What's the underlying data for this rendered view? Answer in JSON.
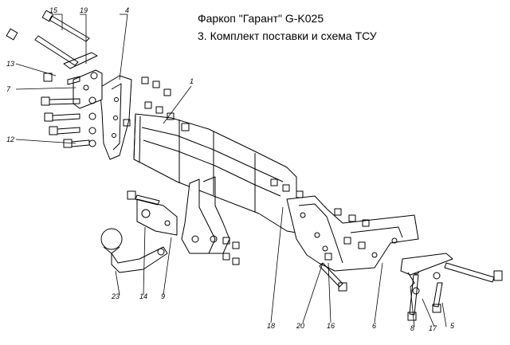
{
  "title": {
    "line1": "Фаркоп \"Гарант\" G-K025",
    "line2": "3. Комплект поставки и схема ТСУ"
  },
  "part_labels": {
    "p1": "1",
    "p4": "4",
    "p5": "5",
    "p6": "6",
    "p7": "7",
    "p8": "8",
    "p9": "9",
    "p12": "12",
    "p13": "13",
    "p14": "14",
    "p15": "15",
    "p16": "16",
    "p17": "17",
    "p18": "18",
    "p19": "19",
    "p20": "20",
    "p23": "23"
  }
}
